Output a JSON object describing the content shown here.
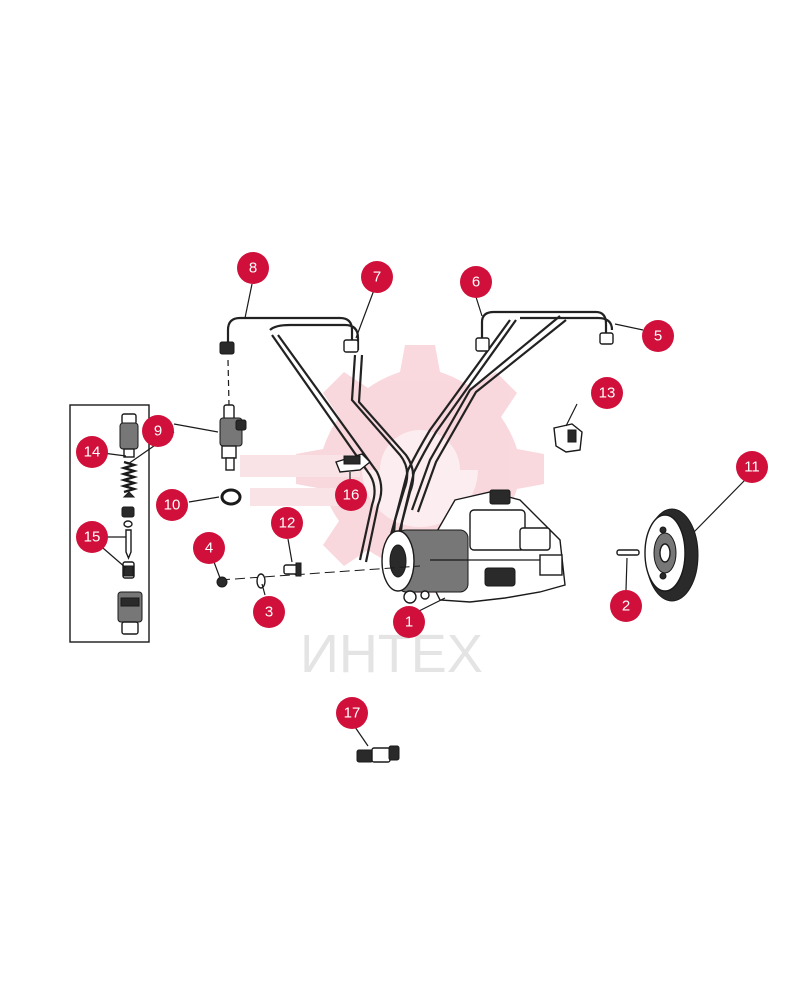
{
  "watermark": {
    "text": "ИНТЕХ",
    "logo_icon": "gear-logo-icon",
    "color": "#f5c6cd"
  },
  "callout_color": "#d0103a",
  "callouts": [
    {
      "id": "1",
      "label": "1"
    },
    {
      "id": "2",
      "label": "2"
    },
    {
      "id": "3",
      "label": "3"
    },
    {
      "id": "4",
      "label": "4"
    },
    {
      "id": "5",
      "label": "5"
    },
    {
      "id": "6",
      "label": "6"
    },
    {
      "id": "7",
      "label": "7"
    },
    {
      "id": "8",
      "label": "8"
    },
    {
      "id": "9",
      "label": "9"
    },
    {
      "id": "10",
      "label": "10"
    },
    {
      "id": "11",
      "label": "11"
    },
    {
      "id": "12",
      "label": "12"
    },
    {
      "id": "13",
      "label": "13"
    },
    {
      "id": "14",
      "label": "14"
    },
    {
      "id": "15",
      "label": "15"
    },
    {
      "id": "16",
      "label": "16"
    },
    {
      "id": "17",
      "label": "17"
    }
  ],
  "parts": {
    "injection_pump": "injection-pump",
    "pump_gear": "pump-gear",
    "injector": "injector",
    "injector_detail_panel": "injector-exploded-view",
    "fuel_lines": "fuel-injection-lines",
    "sensor": "sensor"
  }
}
